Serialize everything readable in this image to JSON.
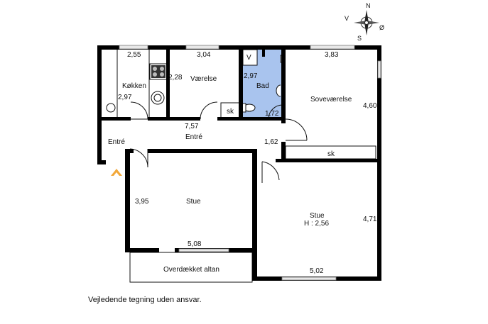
{
  "compass": {
    "letters": {
      "n": "N",
      "v": "V",
      "o": "Ø",
      "s": "S"
    }
  },
  "rooms": {
    "kitchen": {
      "name": "Køkken",
      "width": "2,55",
      "depth": "2,97"
    },
    "bedroom_small": {
      "name": "Værelse",
      "width": "3,04",
      "depth": "2,28"
    },
    "bath": {
      "name": "Bad",
      "width": "2,97",
      "depth": "1,72",
      "v_label": "V",
      "sk_label": "sk"
    },
    "bedroom_large": {
      "name": "Soveværelse",
      "width": "3,83",
      "depth": "4,60",
      "sk_label": "sk"
    },
    "entry": {
      "name": "Entré",
      "name_right": "Entré",
      "width": "7,57",
      "depth": "1,62"
    },
    "living_left": {
      "name": "Stue",
      "depth": "3,95",
      "width": "5,08"
    },
    "living_right": {
      "name": "Stue",
      "height_note": "H : 2,56",
      "depth": "4,71",
      "width": "5,02"
    },
    "balcony": {
      "name": "Overdækket altan"
    }
  },
  "colors": {
    "bath_fill": "#a9c4ee",
    "entrance_arrow": "#f2a83a",
    "wall": "#000000"
  },
  "footer": {
    "disclaimer": "Vejledende tegning uden ansvar."
  }
}
